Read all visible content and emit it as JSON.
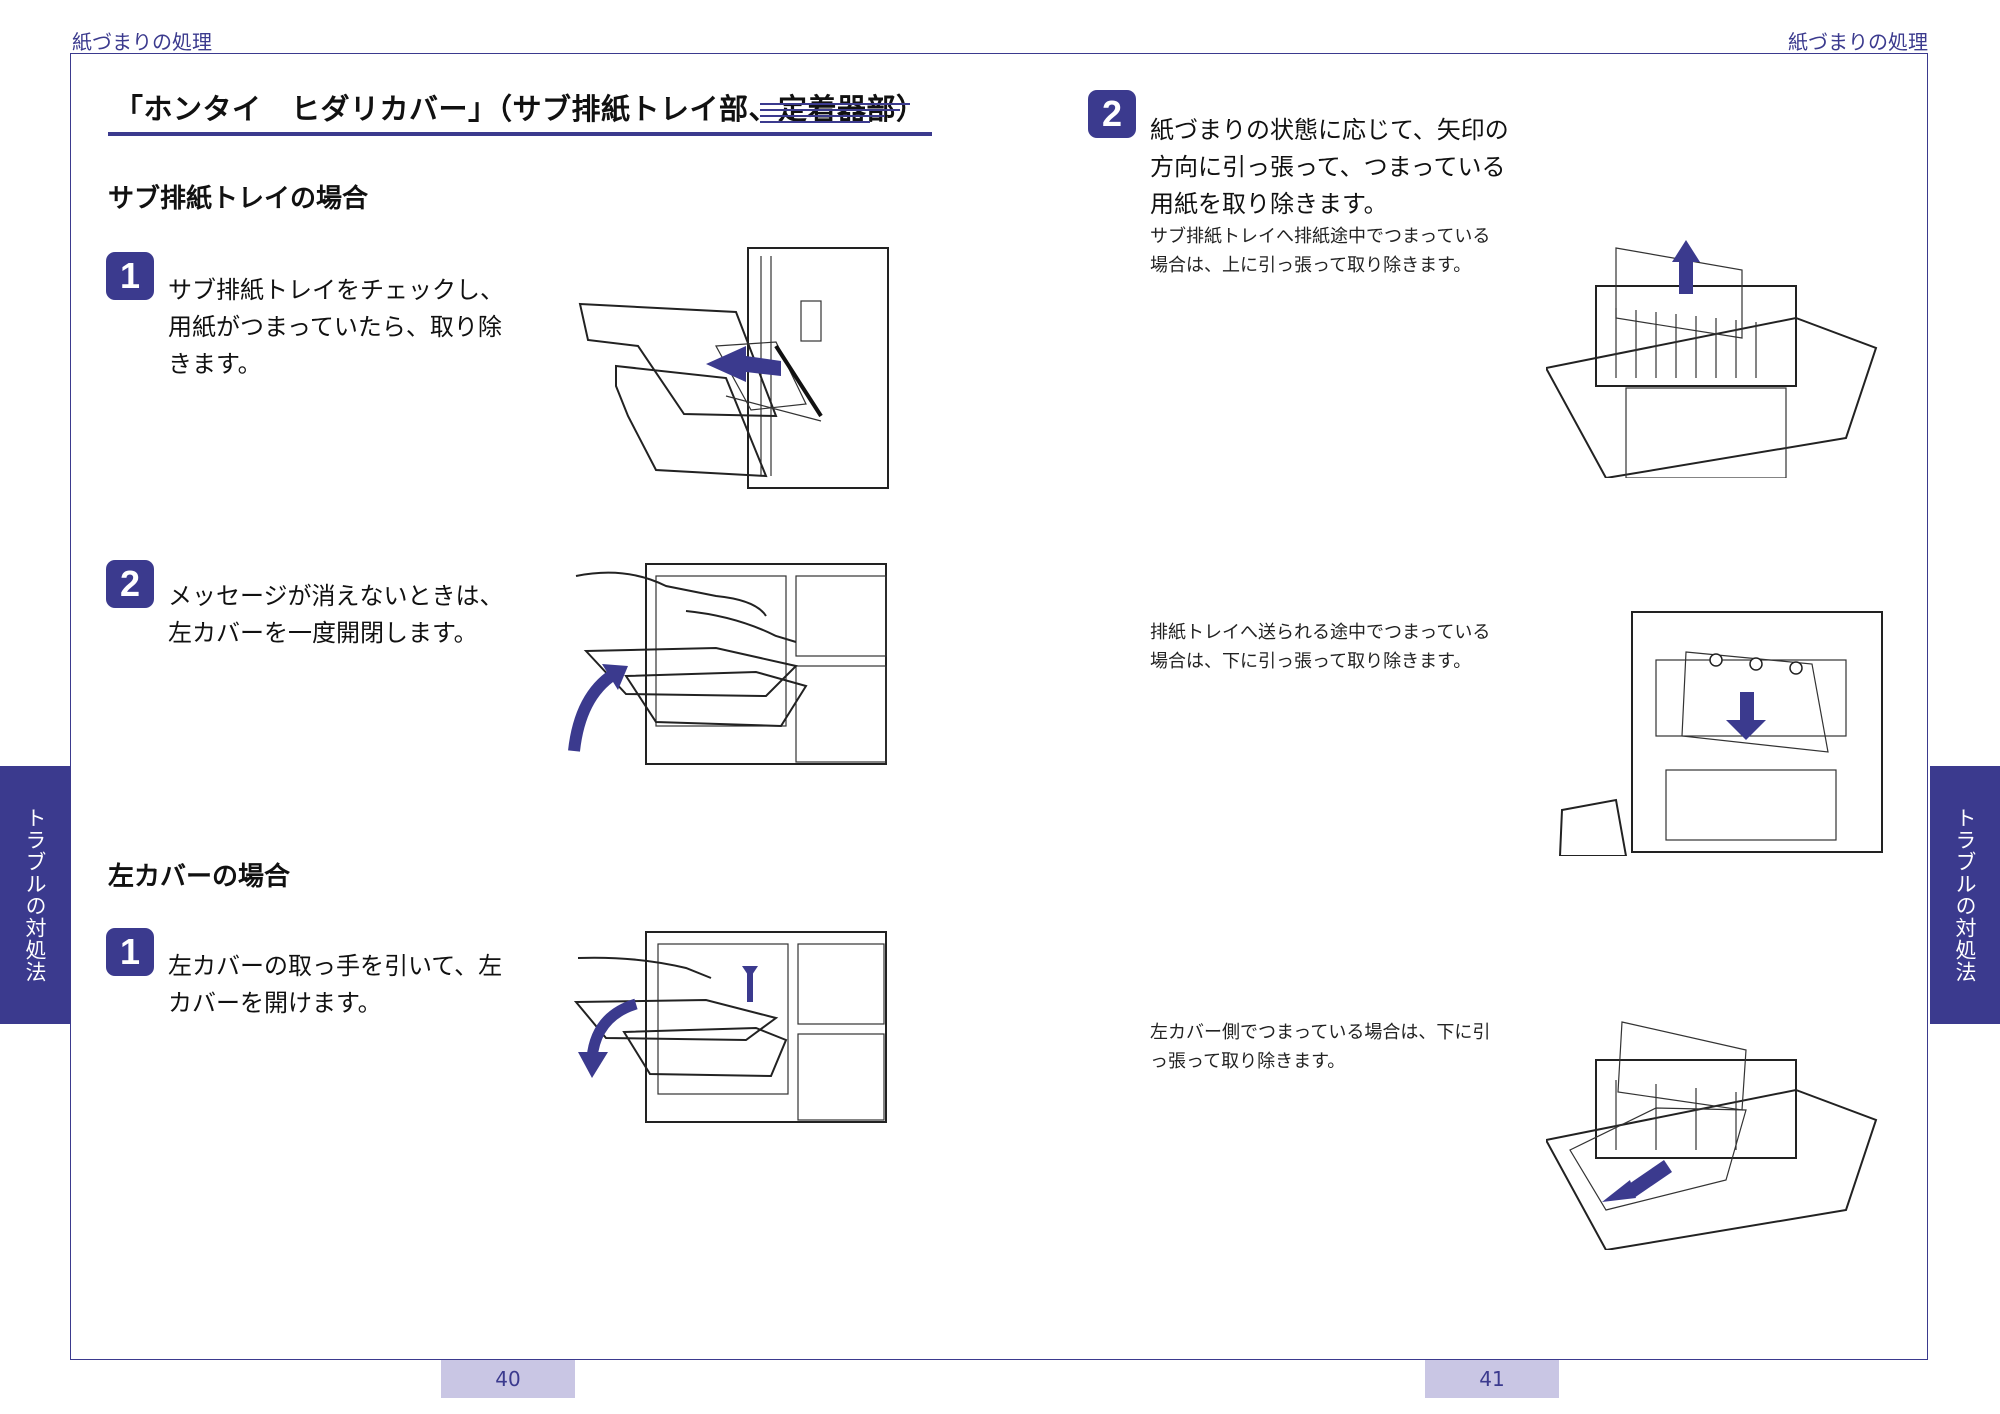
{
  "header": {
    "left_running_head": "紙づまりの処理",
    "right_running_head": "紙づまりの処理"
  },
  "side_tab": {
    "left_label": "トラブルの対処法",
    "right_label": "トラブルの対処法"
  },
  "left_page": {
    "section_title": "「ホンタイ　ヒダリカバー」（サブ排紙トレイ部、定着器部）",
    "sub_tray": {
      "heading": "サブ排紙トレイの場合",
      "steps": [
        {
          "number": "1",
          "text": "サブ排紙トレイをチェックし、用紙がつまっていたら、取り除きます。"
        },
        {
          "number": "2",
          "text": "メッセージが消えないときは、左カバーを一度開閉します。"
        }
      ]
    },
    "left_cover": {
      "heading": "左カバーの場合",
      "steps": [
        {
          "number": "1",
          "text": "左カバーの取っ手を引いて、左カバーを開けます。"
        }
      ]
    },
    "page_number": "40"
  },
  "right_page": {
    "step": {
      "number": "2",
      "text": "紙づまりの状態に応じて、矢印の方向に引っ張って、つまっている用紙を取り除きます。"
    },
    "notes": [
      "サブ排紙トレイへ排紙途中でつまっている場合は、上に引っ張って取り除きます。",
      "排紙トレイへ送られる途中でつまっている場合は、下に引っ張って取り除きます。",
      "左カバー側でつまっている場合は、下に引っ張って取り除きます。"
    ],
    "page_number": "41"
  },
  "colors": {
    "accent": "#3b3a8e",
    "page_number_bg": "#c9c6e4",
    "illustration_fill": "#d9d6ea",
    "paper_gray": "#d4d4d4"
  },
  "icons": [
    "arrow-left-icon",
    "arrow-curved-up-icon",
    "arrow-curved-down-icon",
    "arrow-up-icon",
    "arrow-down-icon"
  ]
}
